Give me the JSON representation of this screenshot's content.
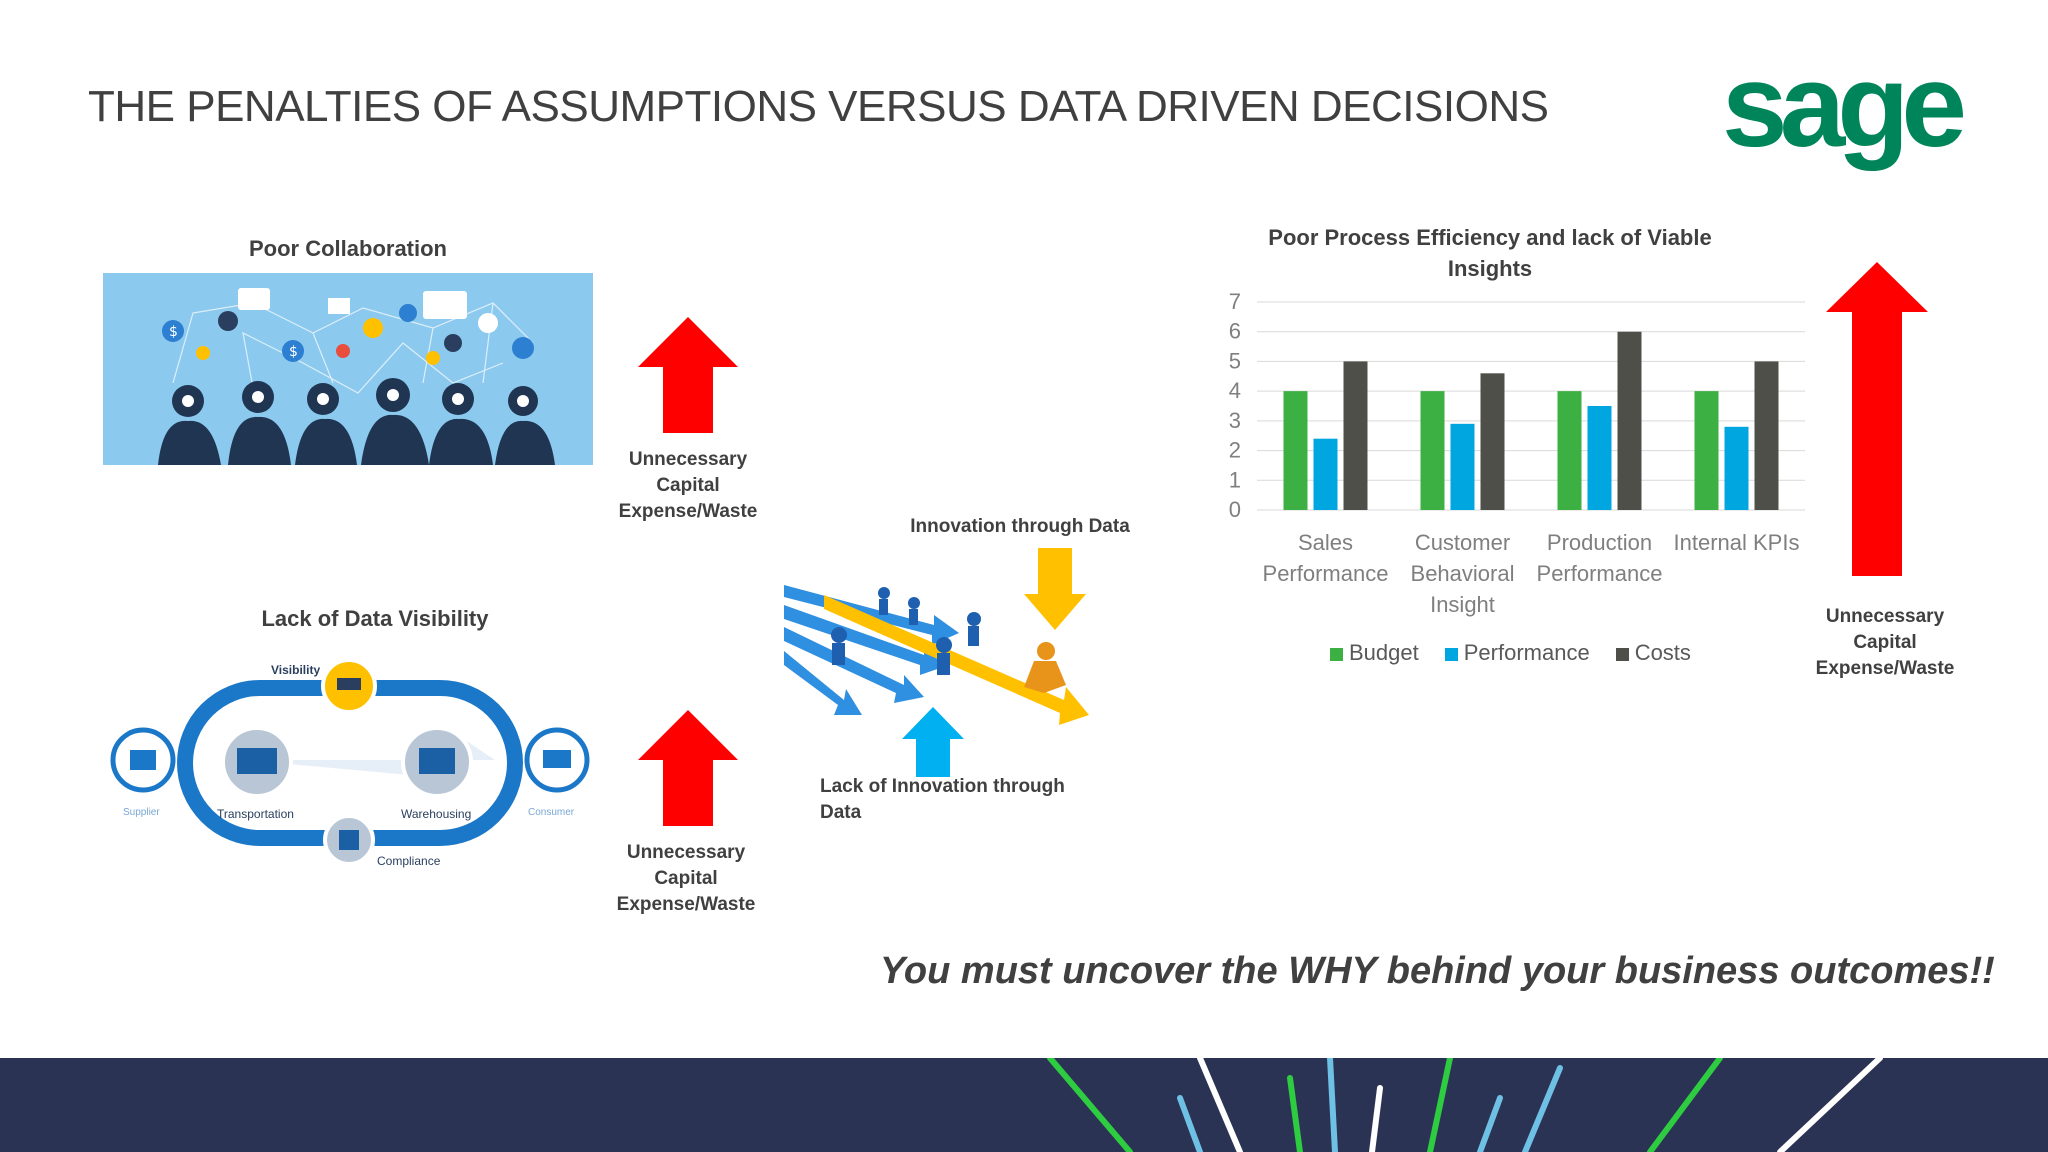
{
  "slide": {
    "title": "THE PENALTIES OF ASSUMPTIONS VERSUS DATA DRIVEN DECISIONS",
    "logo_text": "sage",
    "logo_color": "#00855a",
    "tagline": "You must uncover the WHY behind your business outcomes!!"
  },
  "collaboration": {
    "heading": "Poor Collaboration",
    "arrow_label_lines": [
      "Unnecessary",
      "Capital",
      "Expense/Waste"
    ]
  },
  "visibility": {
    "heading": "Lack of Data Visibility",
    "arrow_label_lines": [
      "Unnecessary",
      "Capital",
      "Expense/Waste"
    ],
    "diagram_labels": {
      "visibility": "Visibility",
      "supplier": "Supplier",
      "transportation": "Transportation",
      "warehousing": "Warehousing",
      "consumer": "Consumer",
      "compliance": "Compliance"
    }
  },
  "innovation": {
    "top_label": "Innovation through Data",
    "bottom_label_lines": [
      "Lack of Innovation through",
      "Data"
    ]
  },
  "right_arrow": {
    "label_lines": [
      "Unnecessary",
      "Capital",
      "Expense/Waste"
    ]
  },
  "colors": {
    "red_arrow": "#ff0000",
    "gold_arrow": "#ffc000",
    "blue_arrow": "#00b0f0",
    "footer": "#2b3354"
  },
  "chart_data": {
    "type": "bar",
    "title": "Poor Process Efficiency and lack of Viable Insights",
    "title_lines": [
      "Poor Process Efficiency and lack of Viable",
      "Insights"
    ],
    "categories": [
      "Sales Performance",
      "Customer Behavioral Insight",
      "Production Performance",
      "Internal KPIs"
    ],
    "category_lines": [
      [
        "Sales",
        "Performance"
      ],
      [
        "Customer",
        "Behavioral",
        "Insight"
      ],
      [
        "Production",
        "Performance"
      ],
      [
        "Internal KPIs"
      ]
    ],
    "series": [
      {
        "name": "Budget",
        "values": [
          4,
          4,
          4,
          4
        ],
        "color": "#3cb043"
      },
      {
        "name": "Performance",
        "values": [
          2.4,
          2.9,
          3.5,
          2.8
        ],
        "color": "#00a6e0"
      },
      {
        "name": "Costs",
        "values": [
          5,
          4.6,
          6,
          5
        ],
        "color": "#4f4f4a"
      }
    ],
    "ylim": [
      0,
      7
    ],
    "yticks": [
      "0",
      "1",
      "2",
      "3",
      "4",
      "5",
      "6",
      "7"
    ],
    "grid": true,
    "legend": "bottom"
  }
}
